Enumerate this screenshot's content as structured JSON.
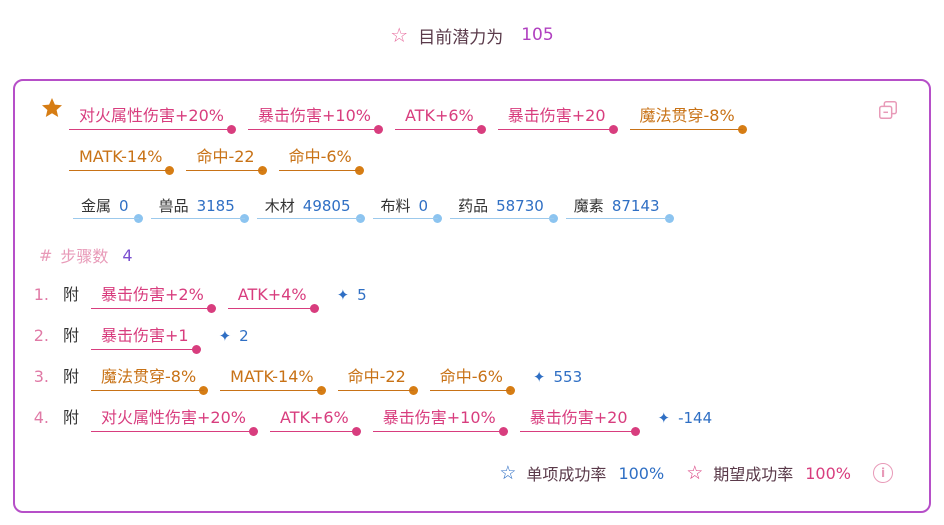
{
  "header": {
    "icon": "star-outline-icon",
    "label": "目前潜力为",
    "value": "105"
  },
  "target": {
    "icon": "star-filled-icon",
    "tags_row1": [
      {
        "text": "对火属性伤害+20%",
        "color": "#d83d7e"
      },
      {
        "text": "暴击伤害+10%",
        "color": "#d83d7e"
      },
      {
        "text": "ATK+6%",
        "color": "#d83d7e"
      },
      {
        "text": "暴击伤害+20",
        "color": "#d83d7e"
      },
      {
        "text": "魔法贯穿-8%",
        "color": "#c87216"
      }
    ],
    "tags_row2": [
      {
        "text": "MATK-14%",
        "color": "#c87216"
      },
      {
        "text": "命中-22",
        "color": "#c87216"
      },
      {
        "text": "命中-6%",
        "color": "#c87216"
      }
    ],
    "copy_icon": "copy-icon"
  },
  "materials": [
    {
      "name": "金属",
      "value": "0"
    },
    {
      "name": "兽品",
      "value": "3185"
    },
    {
      "name": "木材",
      "value": "49805"
    },
    {
      "name": "布料",
      "value": "0"
    },
    {
      "name": "药品",
      "value": "58730"
    },
    {
      "name": "魔素",
      "value": "87143"
    }
  ],
  "steps_header": {
    "icon": "hash-icon",
    "label": "步骤数",
    "count": "4"
  },
  "steps": [
    {
      "num": "1.",
      "prefix": "附",
      "tags": [
        {
          "text": "暴击伤害+2%",
          "color": "pink"
        },
        {
          "text": "ATK+4%",
          "color": "pink"
        }
      ],
      "potential": "5"
    },
    {
      "num": "2.",
      "prefix": "附",
      "tags": [
        {
          "text": "暴击伤害+1",
          "color": "pink"
        }
      ],
      "potential": "2"
    },
    {
      "num": "3.",
      "prefix": "附",
      "tags": [
        {
          "text": "魔法贯穿-8%",
          "color": "orange"
        },
        {
          "text": "MATK-14%",
          "color": "orange"
        },
        {
          "text": "命中-22",
          "color": "orange"
        },
        {
          "text": "命中-6%",
          "color": "orange"
        }
      ],
      "potential": "553"
    },
    {
      "num": "4.",
      "prefix": "附",
      "tags": [
        {
          "text": "对火属性伤害+20%",
          "color": "pink"
        },
        {
          "text": "ATK+6%",
          "color": "pink"
        },
        {
          "text": "暴击伤害+10%",
          "color": "pink"
        },
        {
          "text": "暴击伤害+20",
          "color": "pink"
        }
      ],
      "potential": "-144"
    }
  ],
  "footer": {
    "single_label": "单项成功率",
    "single_value": "100%",
    "expected_label": "期望成功率",
    "expected_value": "100%"
  }
}
